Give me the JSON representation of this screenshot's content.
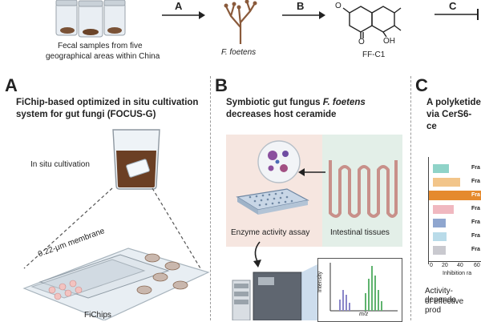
{
  "top": {
    "fecal_caption_line1": "Fecal samples from five",
    "fecal_caption_line2": "geographical areas within China",
    "arrow_a": "A",
    "arrow_b": "B",
    "arrow_c": "C",
    "fungus_label": "F. foetens",
    "compound_label": "FF-C1",
    "compound_o_top": "O",
    "compound_o_bottom": "O",
    "compound_oh": "OH"
  },
  "panel_a": {
    "letter": "A",
    "title_line1": "FiChip-based optimized in situ cultivation",
    "title_line2": "system for gut fungi (FOCUS-G)",
    "insitu_label": "In situ cultivation",
    "membrane_label": "0.22-μm membrane",
    "fichips_label": "FiChips"
  },
  "panel_b": {
    "letter": "B",
    "title_line1_prefix": "Symbiotic gut fungus",
    "title_line1_species": "F. foetens",
    "title_line2": "decreases host ceramide",
    "enzyme_label": "Enzyme activity assay",
    "tissue_label": "Intestinal tissues",
    "ms_y_label": "Intensity",
    "ms_x_label": "m/z"
  },
  "panel_c": {
    "letter": "C",
    "title_line1": "A polyketide",
    "title_line2": "via CerS6-ce",
    "bar_labels": [
      "Fra",
      "Fra",
      "Fra",
      "Fra",
      "Fra",
      "Fra",
      "Fra"
    ],
    "axis_ticks": [
      "0",
      "20",
      "40",
      "60"
    ],
    "axis_label": "Inhibition ra",
    "caption_line1": "Activity-depende",
    "caption_line2": "of effective prod",
    "colors": {
      "bar_teal": "#8fd3c8",
      "bar_orange": "#e58a2e",
      "bar_peach": "#f2c58a",
      "bar_pink": "#f0b8c0",
      "bar_blue": "#8fa6cf",
      "bar_lightblue": "#b9dbe9",
      "bar_grey": "#c9c9cf"
    }
  }
}
